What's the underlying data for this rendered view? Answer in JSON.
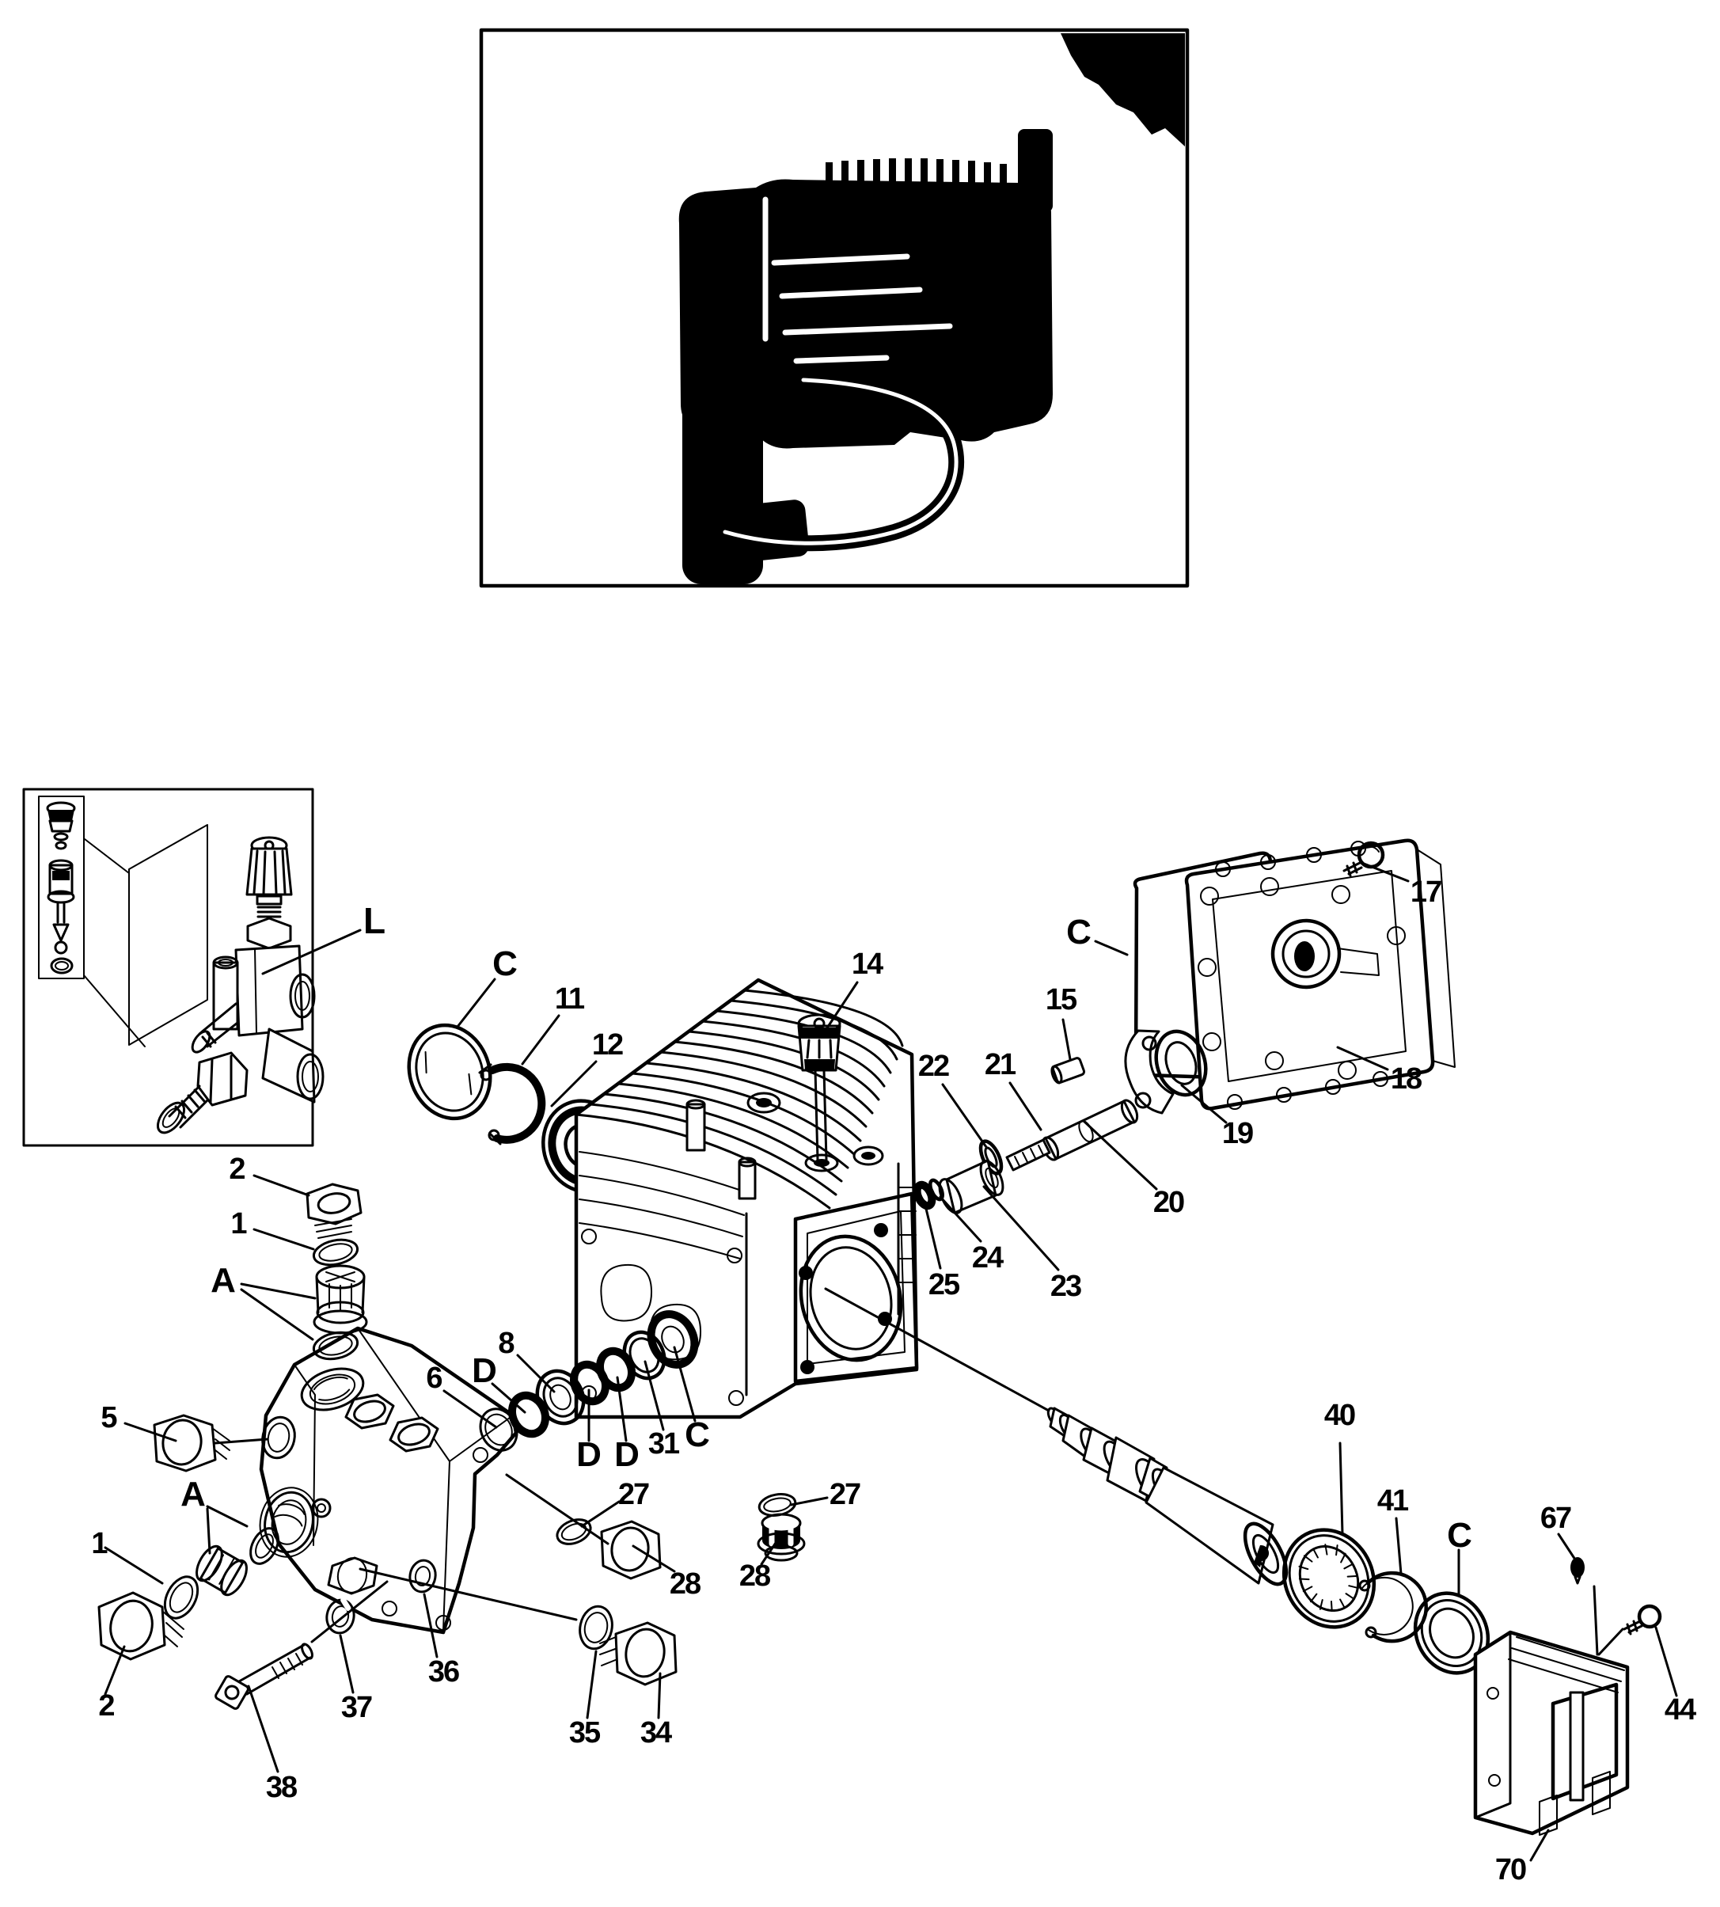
{
  "page": {
    "paper_color": "#ffffff",
    "ink_color": "#000000",
    "figure_type": "exploded-parts-diagram"
  },
  "callouts": {
    "l_valve": "L",
    "c_seal": "C",
    "n11": "11",
    "n12": "12",
    "n14": "14",
    "c_gasket": "C",
    "n15": "15",
    "n17": "17",
    "n18": "18",
    "n19": "19",
    "n22": "22",
    "n21": "21",
    "n20": "20",
    "n24": "24",
    "n23": "23",
    "n25": "25",
    "n2_top": "2",
    "n1_top": "1",
    "a_top": "A",
    "n5": "5",
    "n6": "6",
    "n8": "8",
    "d1": "D",
    "d2": "D",
    "d3": "D",
    "n31": "31",
    "c_stack": "C",
    "n27_left": "27",
    "n28_left": "28",
    "n27_right": "27",
    "n28_right": "28",
    "n1_bot": "1",
    "n2_bot": "2",
    "a_bot": "A",
    "n38": "38",
    "n37": "37",
    "n36": "36",
    "n35": "35",
    "n34": "34",
    "n40": "40",
    "n41": "41",
    "c_shaft": "C",
    "n67": "67",
    "n44": "44",
    "n70": "70"
  }
}
